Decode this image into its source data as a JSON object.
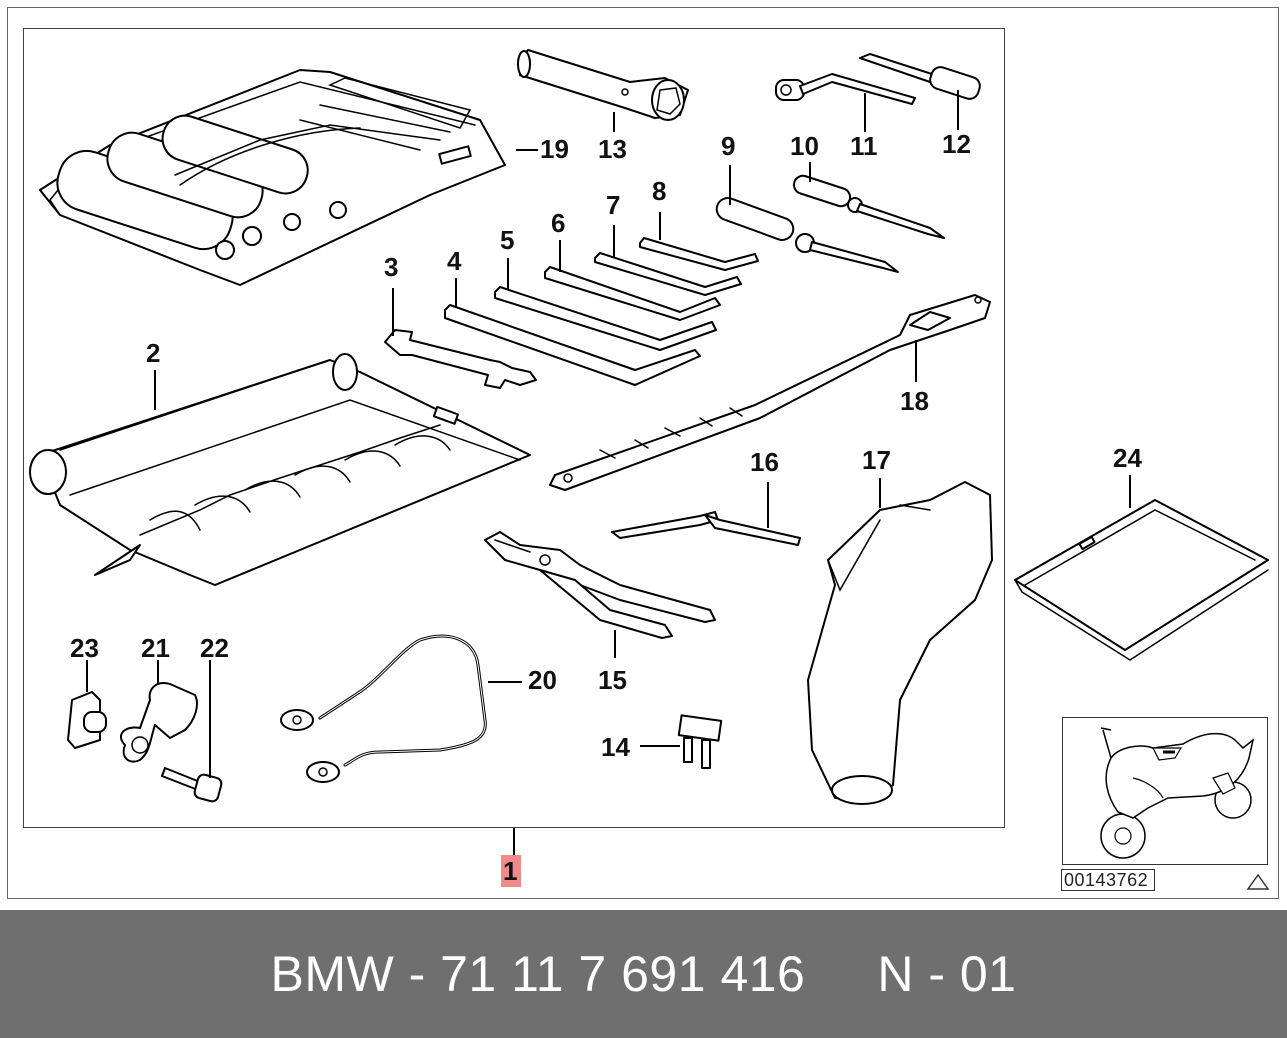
{
  "callouts": {
    "c1": "1",
    "c2": "2",
    "c3": "3",
    "c4": "4",
    "c5": "5",
    "c6": "6",
    "c7": "7",
    "c8": "8",
    "c9": "9",
    "c10": "10",
    "c11": "11",
    "c12": "12",
    "c13": "13",
    "c14": "14",
    "c15": "15",
    "c16": "16",
    "c17": "17",
    "c18": "18",
    "c19": "19",
    "c20": "20",
    "c21": "21",
    "c22": "22",
    "c23": "23",
    "c24": "24"
  },
  "diagram_id": "00143762",
  "footer": {
    "part_number_text": "BMW - 71 11 7 691 416     N - 01"
  },
  "colors": {
    "highlight": "#f08a8a",
    "footer_bg": "#6f6f6f",
    "footer_text": "#ffffff"
  },
  "icons": {
    "thumbnail": "motorcycle-thumbnail-icon",
    "warning": "warning-triangle-icon"
  }
}
